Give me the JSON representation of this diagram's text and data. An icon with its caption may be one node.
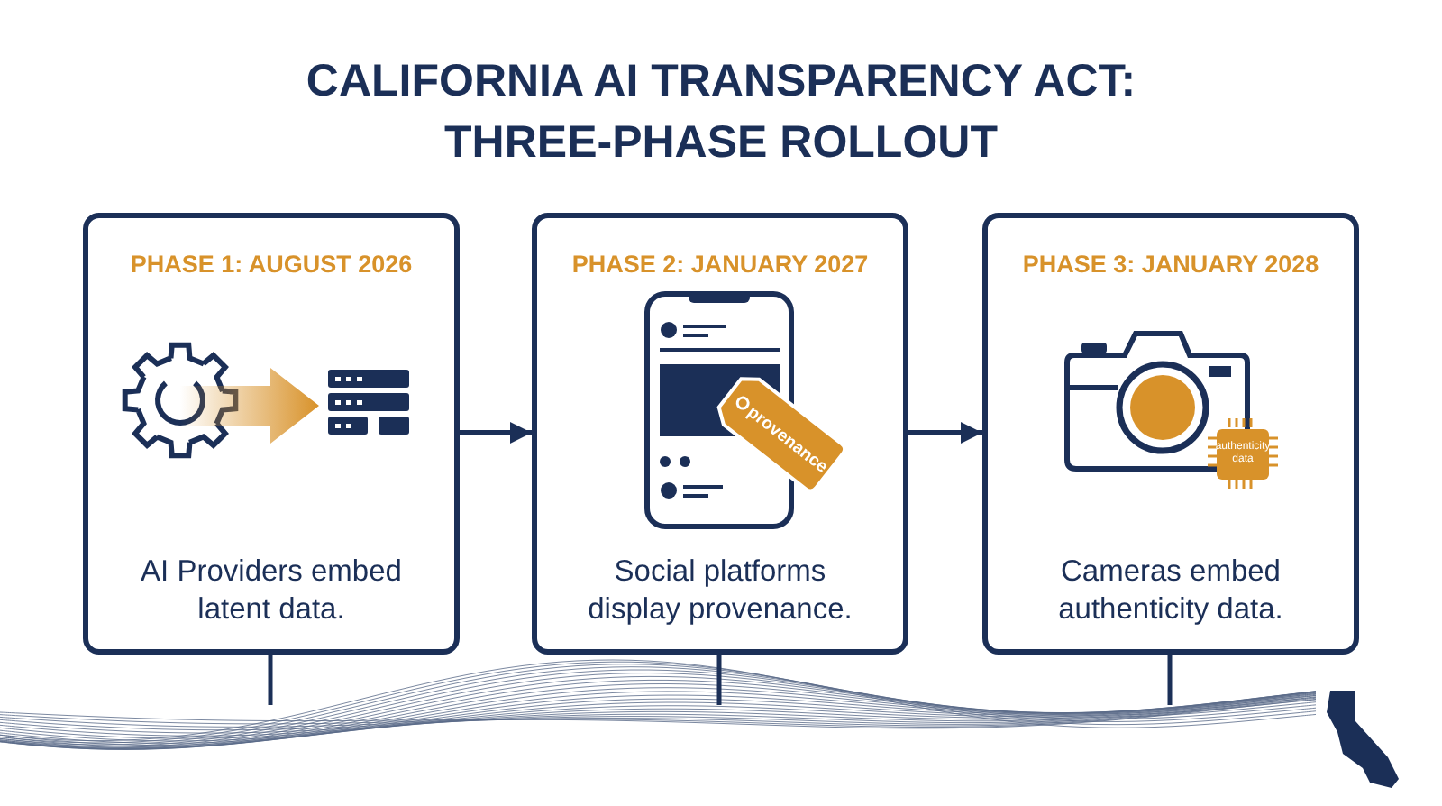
{
  "diagram": {
    "title": "CALIFORNIA AI TRANSPARENCY ACT: THREE-PHASE ROLLOUT",
    "nodes": [
      {
        "text": [
          "PHASE 1: AUGUST 2026",
          "AI Providers embed latent data."
        ]
      },
      {
        "text": [
          "PHASE 2: JANUARY 2027",
          "Social platforms display provenance."
        ]
      },
      {
        "text": [
          "PHASE 3: JANUARY 2028",
          "Cameras embed authenticity data."
        ]
      }
    ],
    "edges": [
      {
        "from": 0,
        "to": 1,
        "arrow": "to"
      },
      {
        "from": 1,
        "to": 2,
        "arrow": "to"
      }
    ],
    "labels": [
      "provenance",
      "authenticity data"
    ]
  }
}
